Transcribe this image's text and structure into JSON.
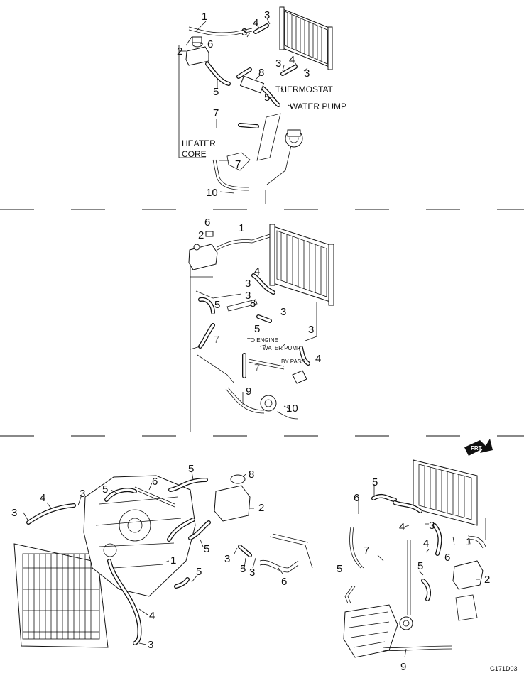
{
  "diagram": {
    "labels": {
      "thermostat": "THERMOSTAT",
      "water_pump_top": "WATER PUMP",
      "heater_core_line1": "HEATER",
      "heater_core_line2": "CORE",
      "to_engine": "TO ENGINE",
      "water_pump_mid": "WATER PUMP",
      "by_pass": "BY PASS",
      "front_badge": "FRT",
      "figure_code": "G171D03"
    },
    "callouts": {
      "top": [
        "1",
        "2",
        "6",
        "3",
        "4",
        "3",
        "3",
        "4",
        "3",
        "5",
        "8",
        "5",
        "7",
        "7",
        "10"
      ],
      "mid": [
        "6",
        "2",
        "1",
        "3",
        "4",
        "3",
        "8",
        "3",
        "5",
        "7",
        "5",
        "3",
        "4",
        "7",
        "9",
        "10"
      ],
      "bl": [
        "4",
        "3",
        "3",
        "5",
        "6",
        "5",
        "8",
        "2",
        "1",
        "5",
        "3",
        "5",
        "3",
        "6",
        "5",
        "4",
        "3"
      ],
      "br": [
        "5",
        "6",
        "4",
        "3",
        "7",
        "5",
        "4",
        "5",
        "6",
        "1",
        "2",
        "9"
      ]
    }
  }
}
